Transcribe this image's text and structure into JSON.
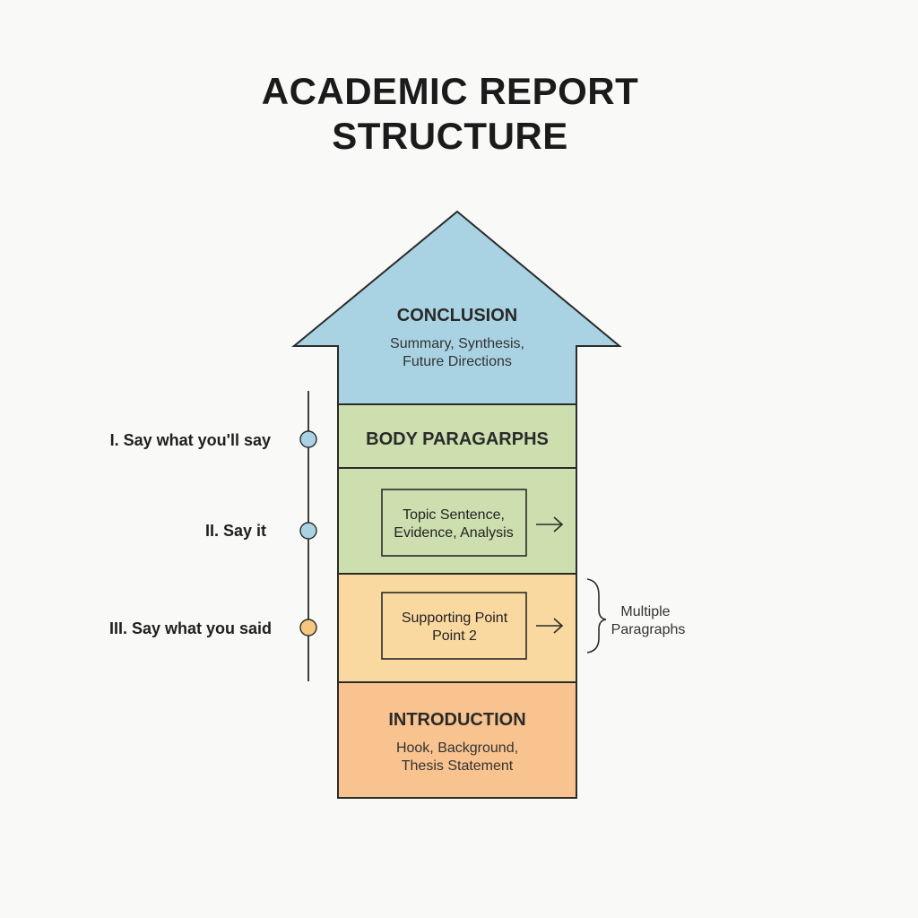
{
  "title": {
    "line1": "ACADEMIC REPORT",
    "line2": "STRUCTURE"
  },
  "colors": {
    "conclusion": "#a9d3e2",
    "body": "#cddfaf",
    "support": "#fad9a0",
    "introduction": "#f8c38f",
    "outline": "#2b2b2b",
    "marker_blue": "#a9d3e2",
    "marker_orange": "#f6c77e"
  },
  "sections": {
    "conclusion": {
      "title": "CONCLUSION",
      "line1": "Summary, Synthesis,",
      "line2": "Future Directions"
    },
    "body": {
      "title": "BODY PARAGARPHS"
    },
    "body_box_1": {
      "line1": "Topic Sentence,",
      "line2": "Evidence, Analysis",
      "arrow_icon": "arrow-right-icon"
    },
    "body_box_2": {
      "line1": "Supporting Point",
      "line2": "Point 2",
      "arrow_icon": "arrow-right-icon"
    },
    "introduction": {
      "title": "INTRODUCTION",
      "line1": "Hook, Background,",
      "line2": "Thesis Statement"
    }
  },
  "timeline": {
    "labels": [
      "I. Say what you'll say",
      "II. Say it",
      "III. Say what you said"
    ]
  },
  "brace": {
    "line1": "Multiple",
    "line2": "Paragraphs"
  }
}
